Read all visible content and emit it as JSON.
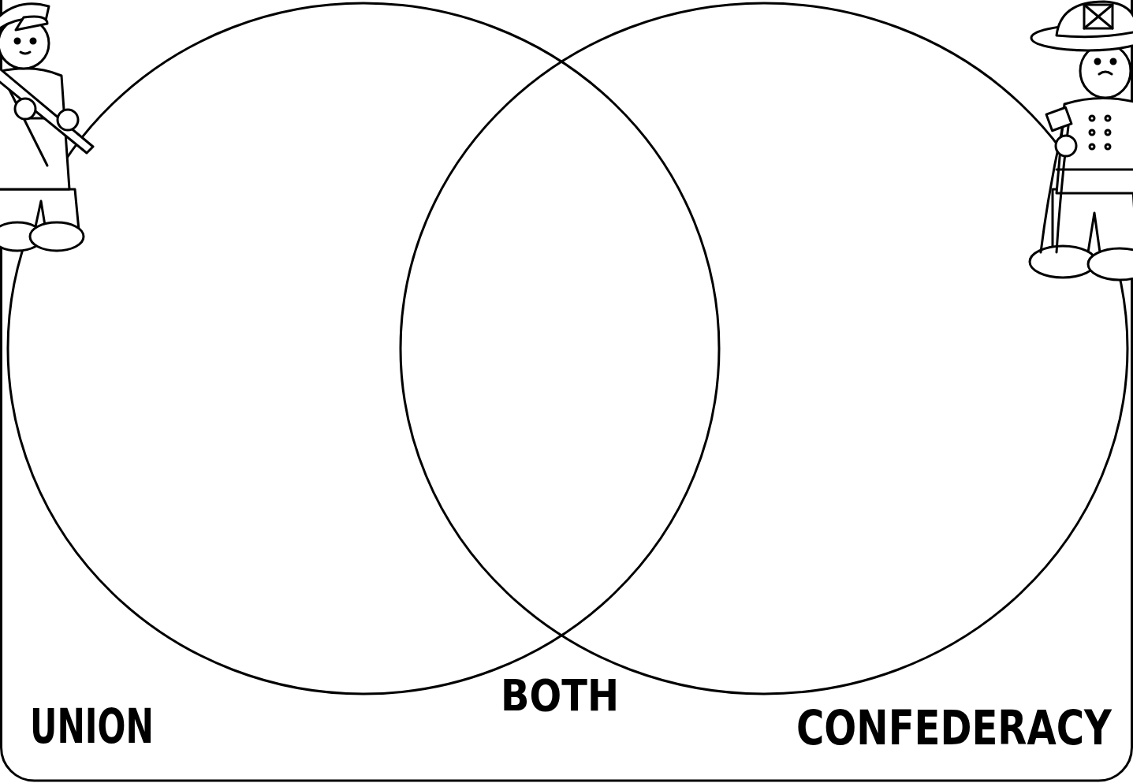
{
  "diagram": {
    "nodes": [
      {
        "text": [
          "UNION"
        ]
      },
      {
        "text": [
          "CONFEDERACY"
        ]
      }
    ],
    "labels": [
      "BOTH"
    ]
  }
}
